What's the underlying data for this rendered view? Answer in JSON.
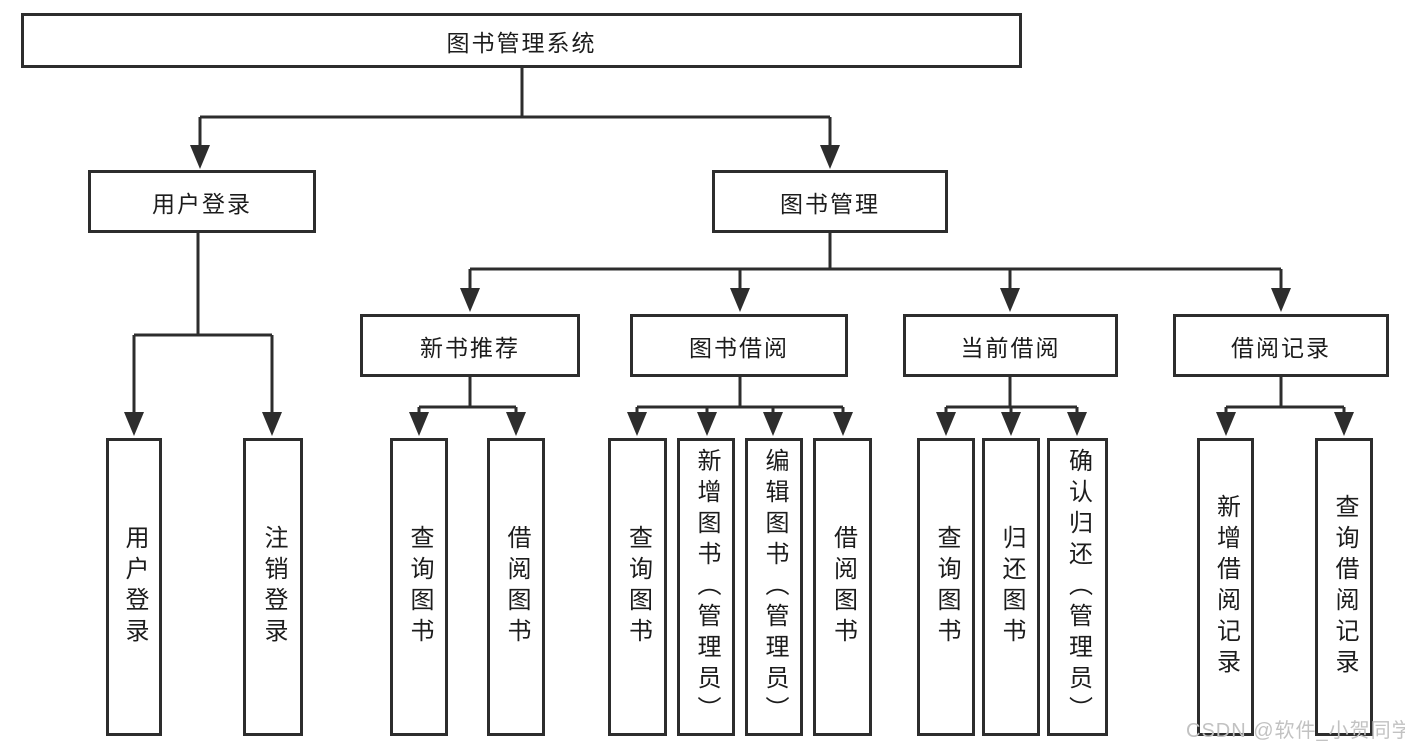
{
  "tree": {
    "root": "图书管理系统",
    "level2": {
      "user_login": "用户登录",
      "book_mgmt": "图书管理"
    },
    "level3": {
      "new_book_rec": "新书推荐",
      "book_borrow": "图书借阅",
      "current_borrow": "当前借阅",
      "borrow_records": "借阅记录"
    },
    "leaves": {
      "user_login": "用户登录",
      "logout": "注销登录",
      "nbr_query_book": "查询图书",
      "nbr_borrow_book": "借阅图书",
      "bb_query_book": "查询图书",
      "bb_add_book": "新增图书（管理员）",
      "bb_edit_book": "编辑图书（管理员）",
      "bb_borrow_book": "借阅图书",
      "cb_query_book": "查询图书",
      "cb_return_book": "归还图书",
      "cb_confirm_return": "确认归还（管理员）",
      "br_add_record": "新增借阅记录",
      "br_query_record": "查询借阅记录"
    }
  },
  "watermark": "CSDN @软件_小贺同学",
  "colors": {
    "line": "#2d2d2d",
    "text": "#1c1c1c",
    "watermark": "#c2c2c2",
    "background": "#ffffff"
  }
}
